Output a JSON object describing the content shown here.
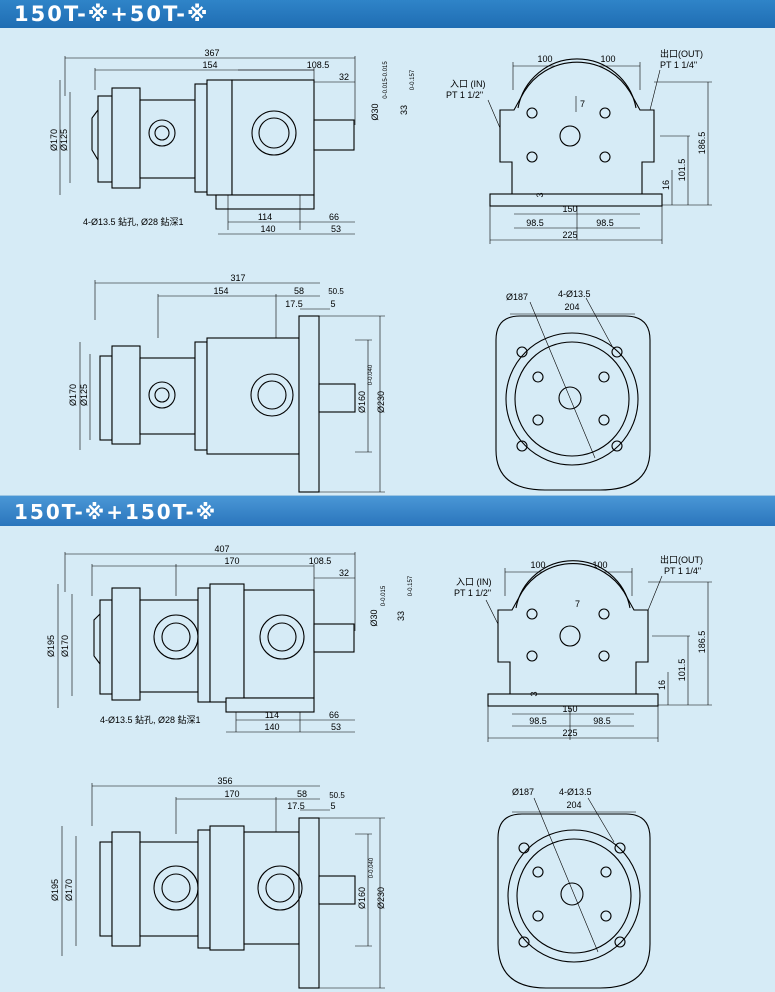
{
  "views": {
    "top": {
      "title": "150T-※+50T-※",
      "side": {
        "overall": "367",
        "len1": "154",
        "len2": "108.5",
        "shaft": "32",
        "dia_body": "Ø170",
        "dia_flange": "Ø125",
        "shaft_dia": "Ø30",
        "shaft_tol": "0-0.015-0.015",
        "key": "33",
        "key_tol": "0-0.157",
        "foot_a": "114",
        "foot_b": "66",
        "foot_c": "140",
        "foot_d": "53",
        "note": "4-Ø13.5 鉆孔, Ø28 鉆深1"
      },
      "front": {
        "w1": "100",
        "w2": "100",
        "out_label": "出口(OUT)",
        "out_thread": "PT 1 1/4\"",
        "in_label": "入口 (IN)",
        "in_thread": "PT 1 1/2\"",
        "key_w": "7",
        "h1": "186.5",
        "h2": "101.5",
        "h3": "16",
        "base_h": "3",
        "base_w": "150",
        "half_l": "98.5",
        "half_r": "98.5",
        "total_w": "225"
      },
      "flange_side": {
        "overall": "317",
        "len1": "154",
        "len2": "58",
        "len3": "50.5",
        "len4": "17.5",
        "len5": "5",
        "dia_body": "Ø170",
        "dia_flange": "Ø125",
        "pilot": "Ø160",
        "pilot_tol": "0-0.040",
        "outer": "Ø230"
      },
      "flange_front": {
        "pcd": "Ø187",
        "holes": "4-Ø13.5",
        "width": "204"
      }
    },
    "bottom": {
      "title": "150T-※+150T-※",
      "side": {
        "overall": "407",
        "len1": "170",
        "len2": "108.5",
        "shaft": "32",
        "dia_body": "Ø195",
        "dia_flange": "Ø170",
        "shaft_dia": "Ø30",
        "shaft_tol": "0-0.015",
        "key": "33",
        "key_tol": "0-0.157",
        "foot_a": "114",
        "foot_b": "66",
        "foot_c": "140",
        "foot_d": "53",
        "note": "4-Ø13.5 鉆孔, Ø28 鉆深1"
      },
      "front": {
        "w1": "100",
        "w2": "100",
        "out_label": "出口(OUT)",
        "out_thread": "PT 1 1/4\"",
        "in_label": "入口 (IN)",
        "in_thread": "PT 1 1/2\"",
        "key_w": "7",
        "h1": "186.5",
        "h2": "101.5",
        "h3": "16",
        "base_h": "3",
        "base_w": "150",
        "half_l": "98.5",
        "half_r": "98.5",
        "total_w": "225"
      },
      "flange_side": {
        "overall": "356",
        "len1": "170",
        "len2": "58",
        "len3": "50.5",
        "len4": "17.5",
        "len5": "5",
        "dia_body": "Ø195",
        "dia_flange": "Ø170",
        "pilot": "Ø160",
        "pilot_tol": "0-0.040",
        "outer": "Ø230"
      },
      "flange_front": {
        "pcd": "Ø187",
        "holes": "4-Ø13.5",
        "width": "204"
      }
    }
  }
}
